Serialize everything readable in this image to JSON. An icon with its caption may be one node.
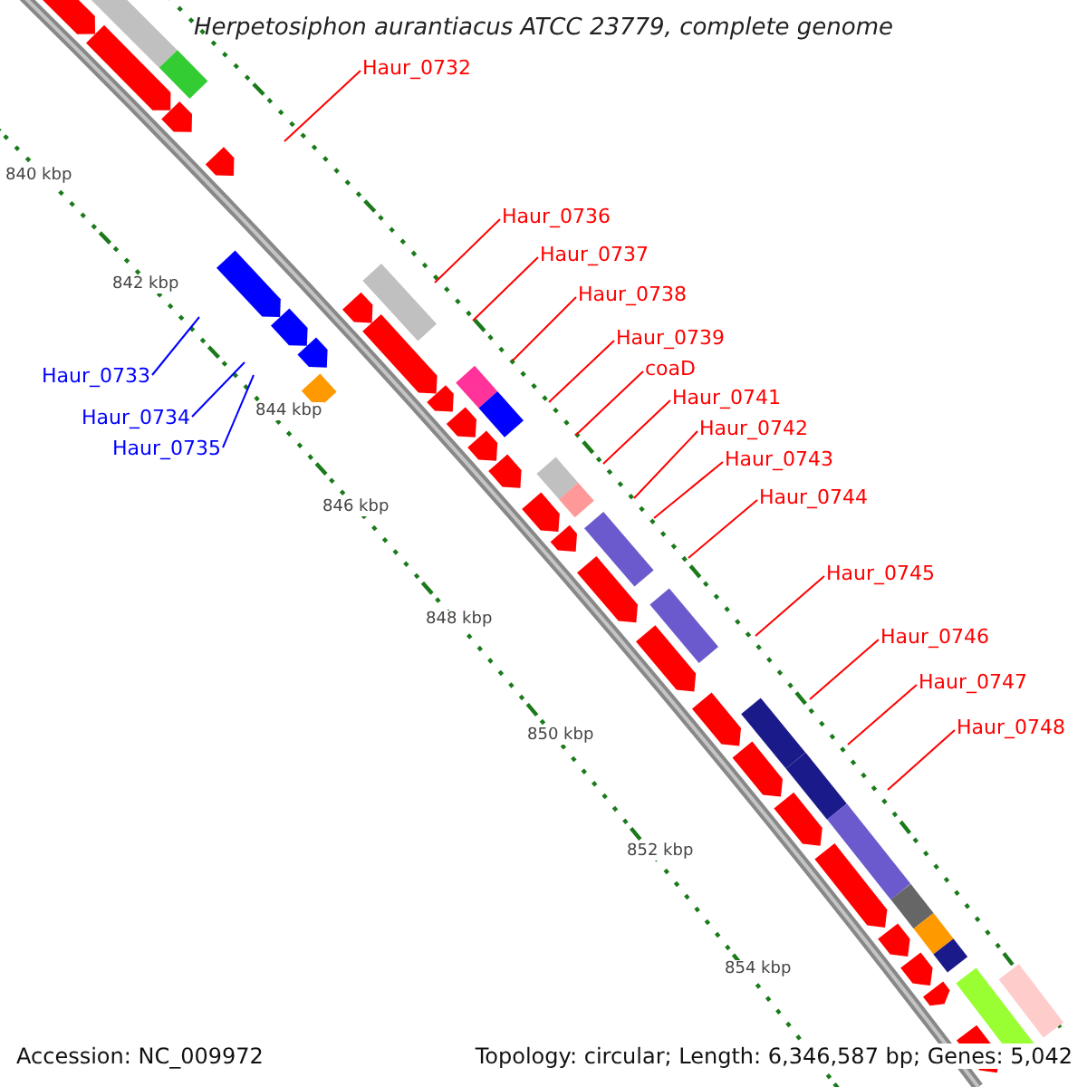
{
  "diagram": {
    "title": "Herpetosiphon aurantiacus ATCC 23779, complete genome",
    "nodes": [
      {
        "text": [
          "Haur_0732"
        ]
      },
      {
        "text": [
          "Haur_0736"
        ]
      },
      {
        "text": [
          "Haur_0737"
        ]
      },
      {
        "text": [
          "Haur_0738"
        ]
      },
      {
        "text": [
          "Haur_0739"
        ]
      },
      {
        "text": [
          "coaD"
        ]
      },
      {
        "text": [
          "Haur_0733"
        ]
      },
      {
        "text": [
          "Haur_0741"
        ]
      },
      {
        "text": [
          "Haur_0734"
        ]
      },
      {
        "text": [
          "Haur_0742"
        ]
      },
      {
        "text": [
          "Haur_0735"
        ]
      },
      {
        "text": [
          "Haur_0743"
        ]
      },
      {
        "text": [
          "Haur_0744"
        ]
      },
      {
        "text": [
          "Haur_0745"
        ]
      },
      {
        "text": [
          "Haur_0746"
        ]
      },
      {
        "text": [
          "Haur_0747"
        ]
      },
      {
        "text": [
          "Haur_0748"
        ]
      }
    ],
    "edges": [
      {
        "from": 0,
        "to": null,
        "arrow": "none"
      },
      {
        "from": 1,
        "to": null,
        "arrow": "none"
      },
      {
        "from": 2,
        "to": null,
        "arrow": "none"
      },
      {
        "from": 3,
        "to": null,
        "arrow": "none"
      },
      {
        "from": 4,
        "to": null,
        "arrow": "none"
      },
      {
        "from": 5,
        "to": null,
        "arrow": "none"
      },
      {
        "from": 6,
        "to": null,
        "arrow": "none",
        "color": "#0000ff"
      },
      {
        "from": 7,
        "to": null,
        "arrow": "none"
      },
      {
        "from": 8,
        "to": null,
        "arrow": "none",
        "color": "#0000ff"
      },
      {
        "from": 9,
        "to": null,
        "arrow": "none"
      },
      {
        "from": 10,
        "to": null,
        "arrow": "none",
        "color": "#0000ff"
      },
      {
        "from": 11,
        "to": null,
        "arrow": "none"
      },
      {
        "from": 12,
        "to": null,
        "arrow": "none"
      },
      {
        "from": 13,
        "to": null,
        "arrow": "none"
      },
      {
        "from": 14,
        "to": null,
        "arrow": "none"
      },
      {
        "from": 15,
        "to": null,
        "arrow": "none"
      },
      {
        "from": 16,
        "to": null,
        "arrow": "none"
      }
    ],
    "labels": [
      "840 kbp",
      "842 kbp",
      "844 kbp",
      "846 kbp",
      "848 kbp",
      "850 kbp",
      "852 kbp",
      "854 kbp",
      "Accession: NC_009972",
      "Topology: circular; Length: 6,346,587 bp; Genes: 5,042"
    ]
  }
}
